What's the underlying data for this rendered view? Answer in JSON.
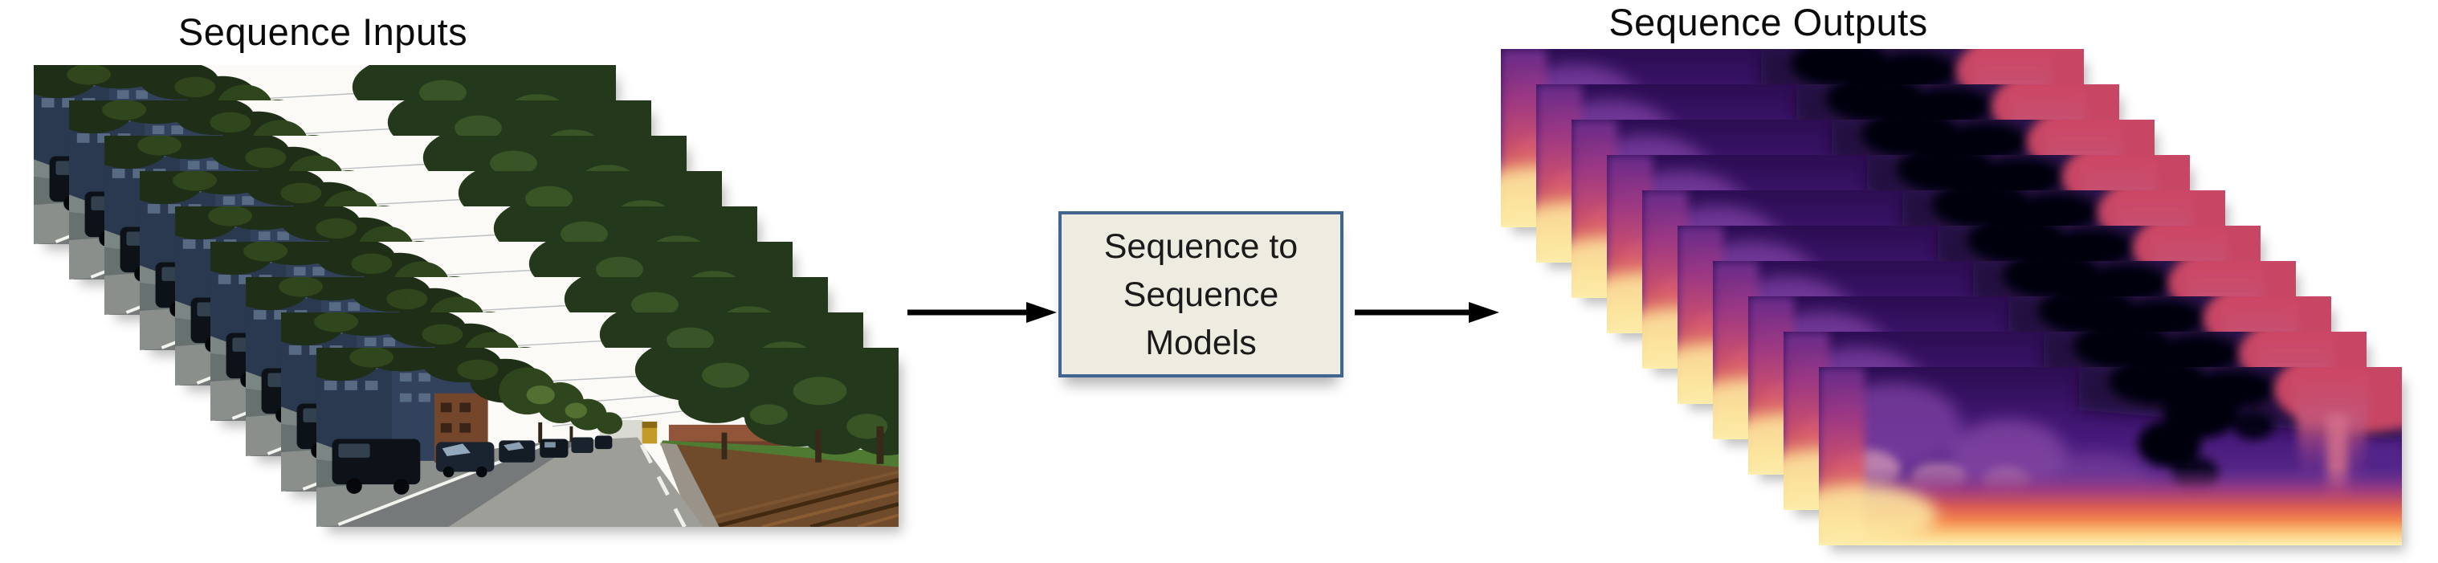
{
  "titles": {
    "inputs": "Sequence Inputs",
    "outputs": "Sequence Outputs"
  },
  "model_box": {
    "lines": [
      "Sequence to",
      "Sequence",
      "Models"
    ],
    "fill": "#eeece1",
    "border_color": "#41658f",
    "text_color": "#1a1a1a"
  },
  "input_stack": {
    "frame_count": 9,
    "content": "street-scene-video-frame"
  },
  "output_stack": {
    "frame_count": 10,
    "content": "depth-map-frame"
  },
  "palette": {
    "background": "#ffffff",
    "title_color": "#0b0b0d",
    "arrow_color": "#000000",
    "depth_colormap": [
      "#050109",
      "#2c0d52",
      "#5b2a8c",
      "#a43d7f",
      "#d8566a",
      "#f3874f",
      "#fbda92",
      "#fdf4bc"
    ],
    "street_sky": "#fbfaf6",
    "street_tree": "#24381c",
    "street_building": "#2b3950",
    "street_road": "#9e9e98"
  }
}
